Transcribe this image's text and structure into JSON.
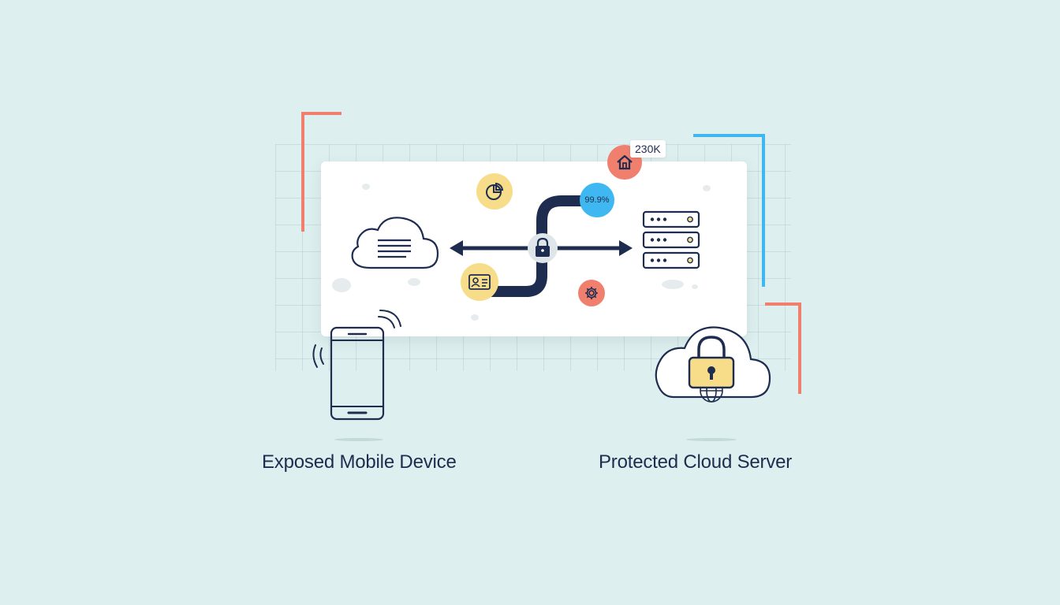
{
  "colors": {
    "background": "#deefef",
    "navy": "#1e2d4f",
    "accent_red": "#f07f6e",
    "accent_blue": "#3fb7f0",
    "accent_yellow": "#f7dd8a",
    "panel": "#ffffff"
  },
  "stat_badge": {
    "value": "230K",
    "icon": "home-icon"
  },
  "uptime_badge": {
    "value": "99.9%"
  },
  "badges": {
    "chart": "pie-chart-icon",
    "id_card": "id-card-icon",
    "settings": "gear-icon"
  },
  "nodes": {
    "left": "cloud-icon",
    "right": "server-rack-icon",
    "center": "lock-icon"
  },
  "labels": {
    "mobile": "Exposed Mobile Device",
    "cloud": "Protected Cloud Server"
  }
}
